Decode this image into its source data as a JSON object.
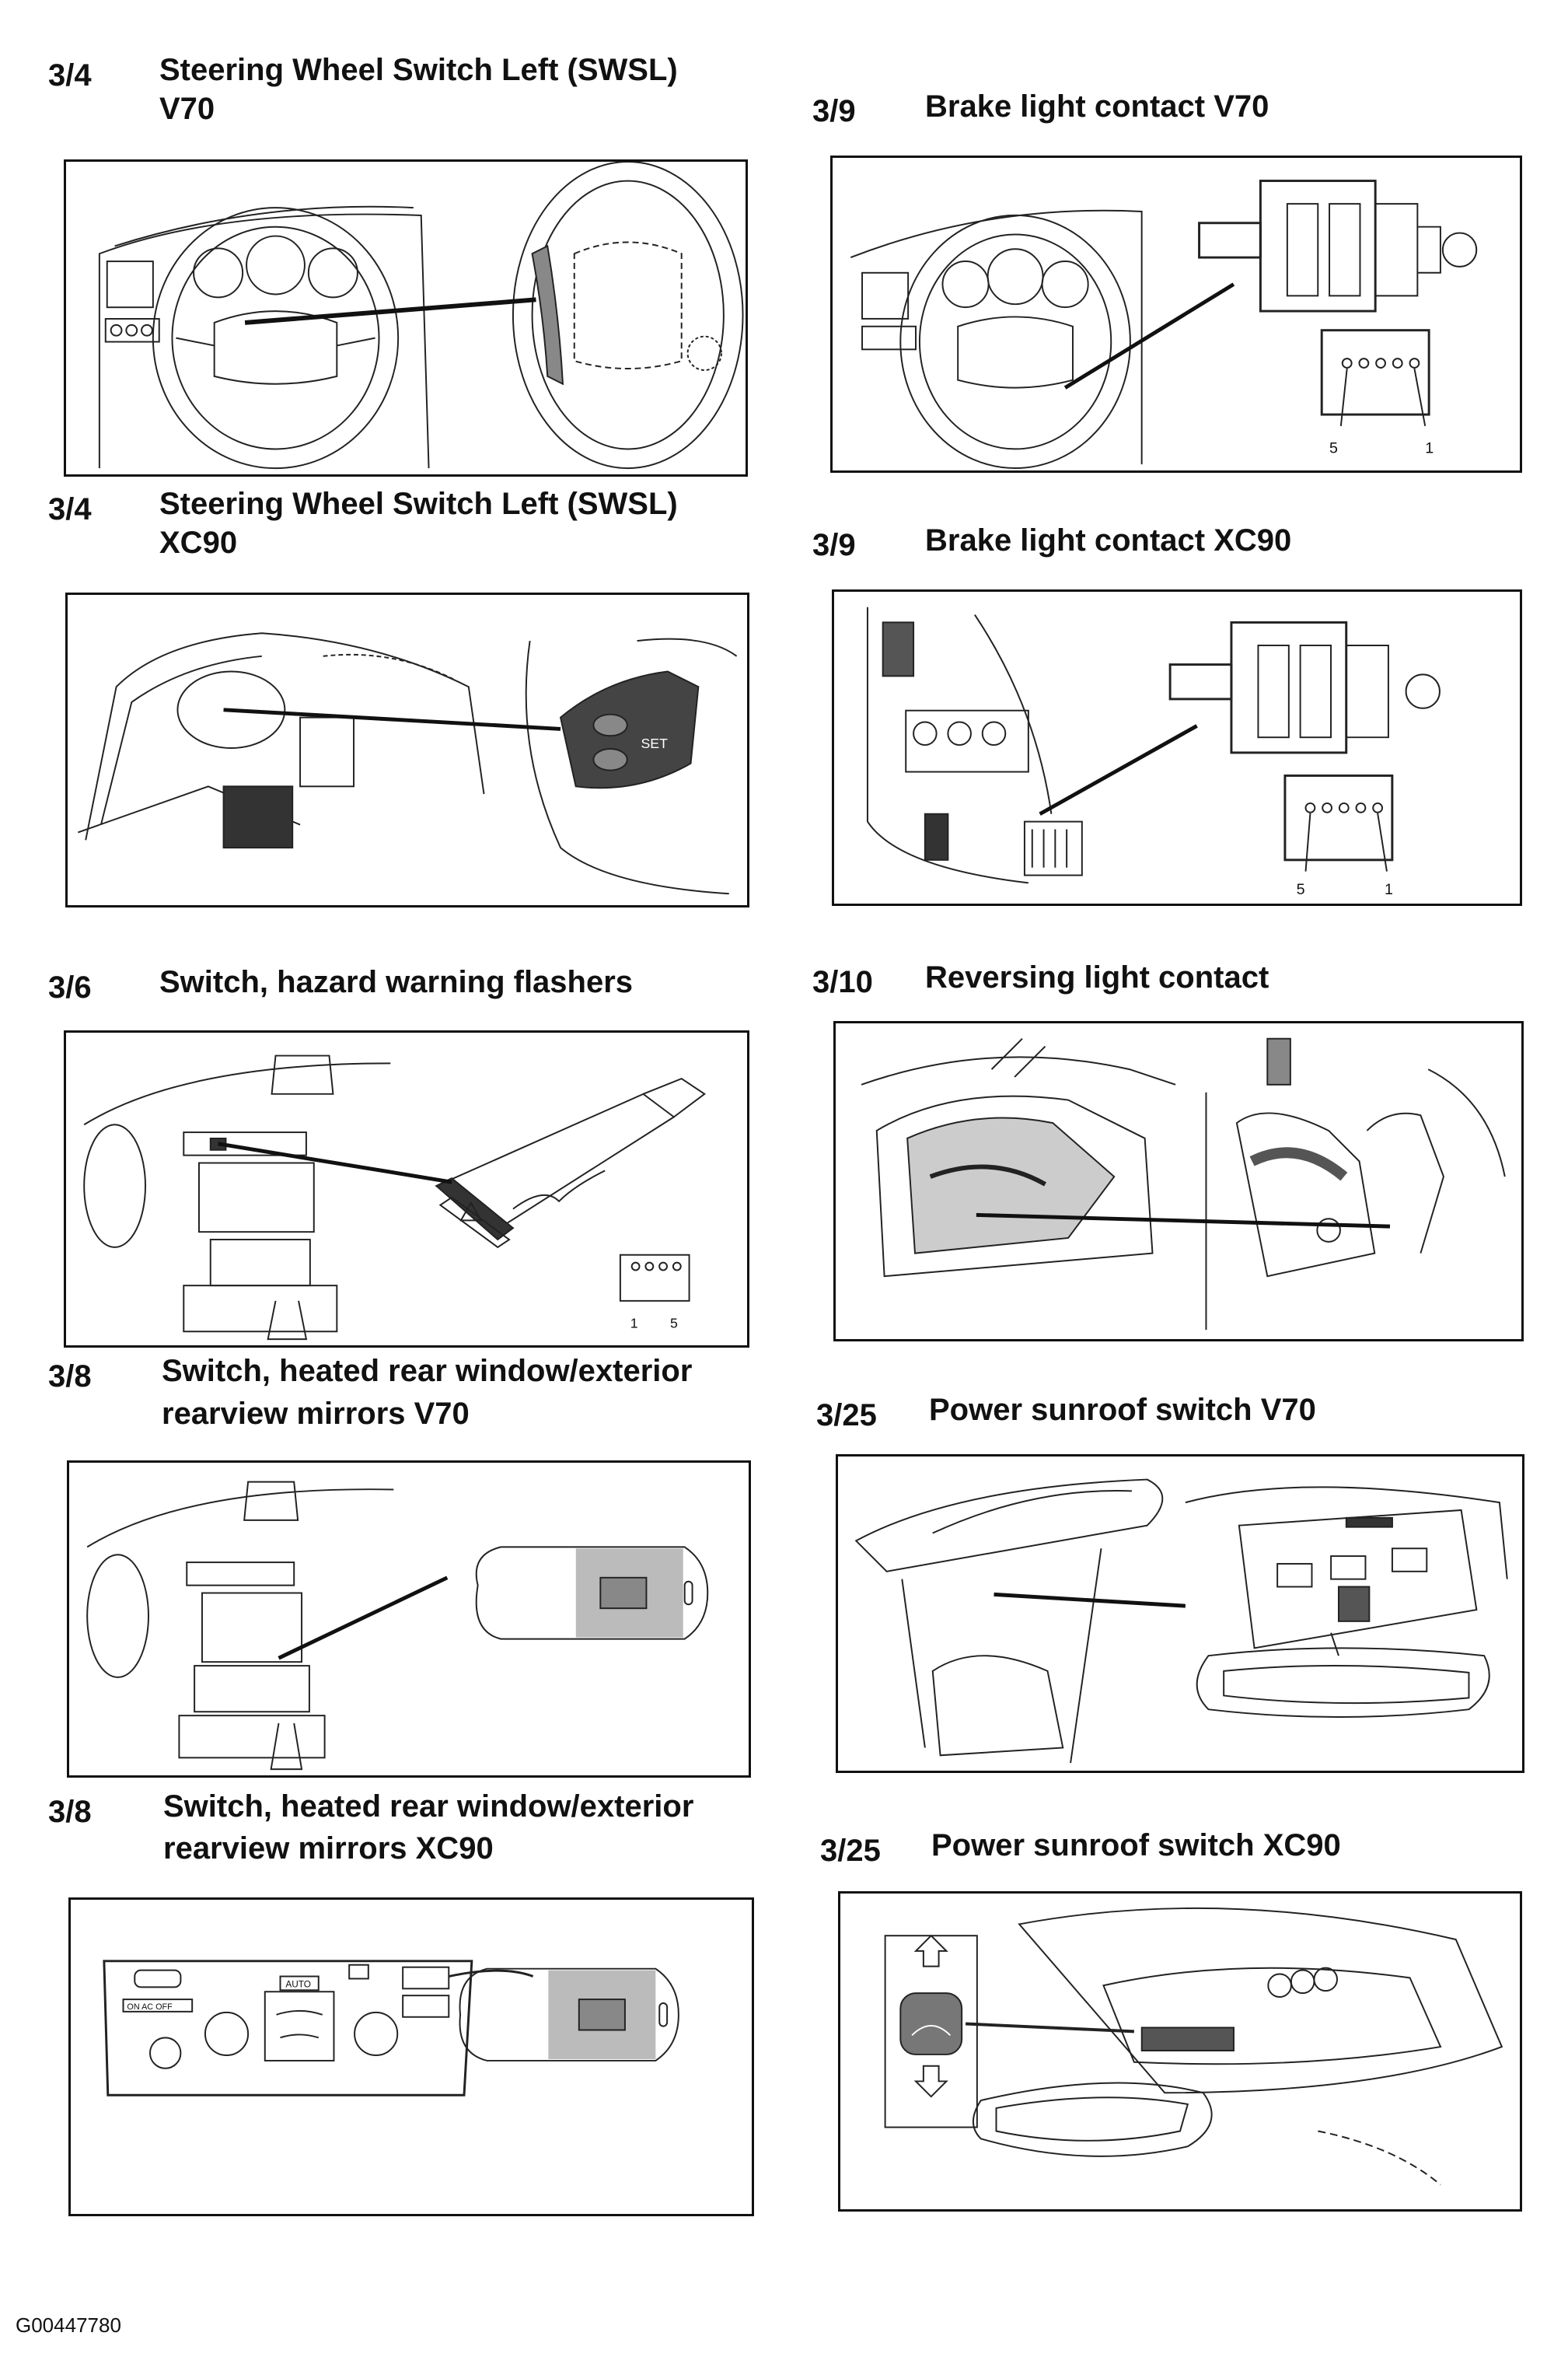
{
  "sections": [
    {
      "number": "3/4",
      "title_line1": "Steering Wheel Switch Left (SWSL)",
      "title_line2": "V70"
    },
    {
      "number": "3/9",
      "title_line1": "Brake light contact V70",
      "title_line2": "",
      "pin_left": "5",
      "pin_right": "1"
    },
    {
      "number": "3/4",
      "title_line1": "Steering Wheel Switch Left (SWSL)",
      "title_line2": "XC90",
      "button_label": "SET"
    },
    {
      "number": "3/9",
      "title_line1": "Brake light contact XC90",
      "title_line2": "",
      "pin_left": "5",
      "pin_right": "1"
    },
    {
      "number": "3/6",
      "title_line1": "Switch, hazard warning flashers",
      "title_line2": "",
      "pin_left": "1",
      "pin_right": "5"
    },
    {
      "number": "3/10",
      "title_line1": "Reversing light contact",
      "title_line2": ""
    },
    {
      "number": "3/8",
      "title_line1": "Switch, heated rear window/exterior",
      "title_line2": "rearview mirrors V70"
    },
    {
      "number": "3/25",
      "title_line1": "Power sunroof switch V70",
      "title_line2": ""
    },
    {
      "number": "3/8",
      "title_line1": "Switch, heated rear window/exterior",
      "title_line2": "rearview mirrors XC90",
      "panel_labels": [
        "ON AC OFF",
        "AUTO"
      ]
    },
    {
      "number": "3/25",
      "title_line1": "Power sunroof switch XC90",
      "title_line2": ""
    }
  ],
  "footer": {
    "code": "G00447780"
  }
}
